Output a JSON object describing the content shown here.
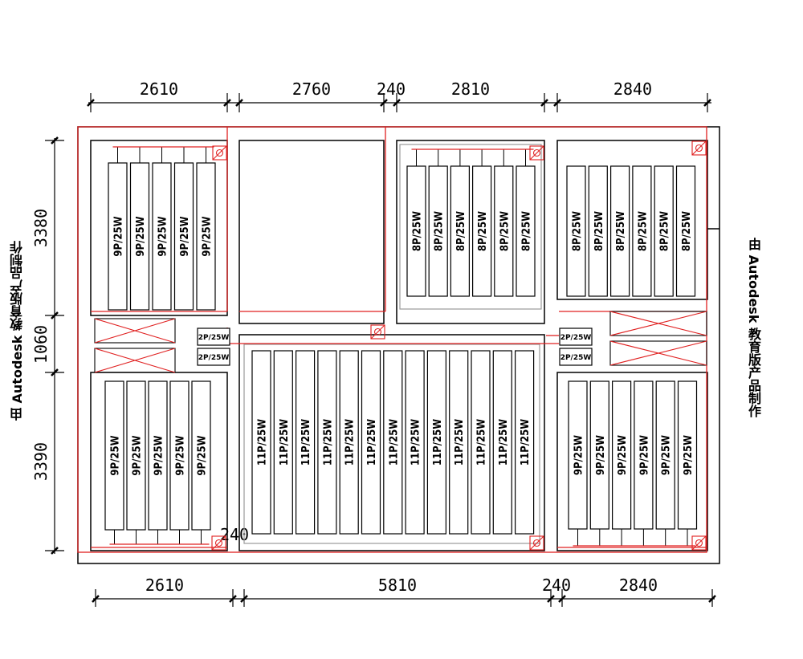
{
  "dimensions": {
    "top": [
      "2610",
      "2760",
      "240",
      "2810",
      "2840"
    ],
    "bottom": [
      "2610",
      "5810",
      "240",
      "2840"
    ],
    "left": [
      "3380",
      "1060",
      "3390"
    ],
    "inner": "240"
  },
  "racks": {
    "top_left": [
      "9P/25W",
      "9P/25W",
      "9P/25W",
      "9P/25W",
      "9P/25W"
    ],
    "bottom_left": [
      "9P/25W",
      "9P/25W",
      "9P/25W",
      "9P/25W",
      "9P/25W"
    ],
    "top_mid_right": [
      "8P/25W",
      "8P/25W",
      "8P/25W",
      "8P/25W",
      "8P/25W",
      "8P/25W"
    ],
    "top_right": [
      "8P/25W",
      "8P/25W",
      "8P/25W",
      "8P/25W",
      "8P/25W",
      "8P/25W"
    ],
    "center": [
      "11P/25W",
      "11P/25W",
      "11P/25W",
      "11P/25W",
      "11P/25W",
      "11P/25W",
      "11P/25W",
      "11P/25W",
      "11P/25W",
      "11P/25W",
      "11P/25W",
      "11P/25W",
      "11P/25W"
    ],
    "bottom_right": [
      "9P/25W",
      "9P/25W",
      "9P/25W",
      "9P/25W",
      "9P/25W",
      "9P/25W"
    ]
  },
  "small_boxes": {
    "left": [
      "2P/25W",
      "2P/25W"
    ],
    "right": [
      "2P/25W",
      "2P/25W"
    ]
  },
  "watermark": "由 Autodesk 教育版产品制作",
  "colors": {
    "line": "#000000",
    "red": "#e02020",
    "grey": "#9a9a9a"
  }
}
